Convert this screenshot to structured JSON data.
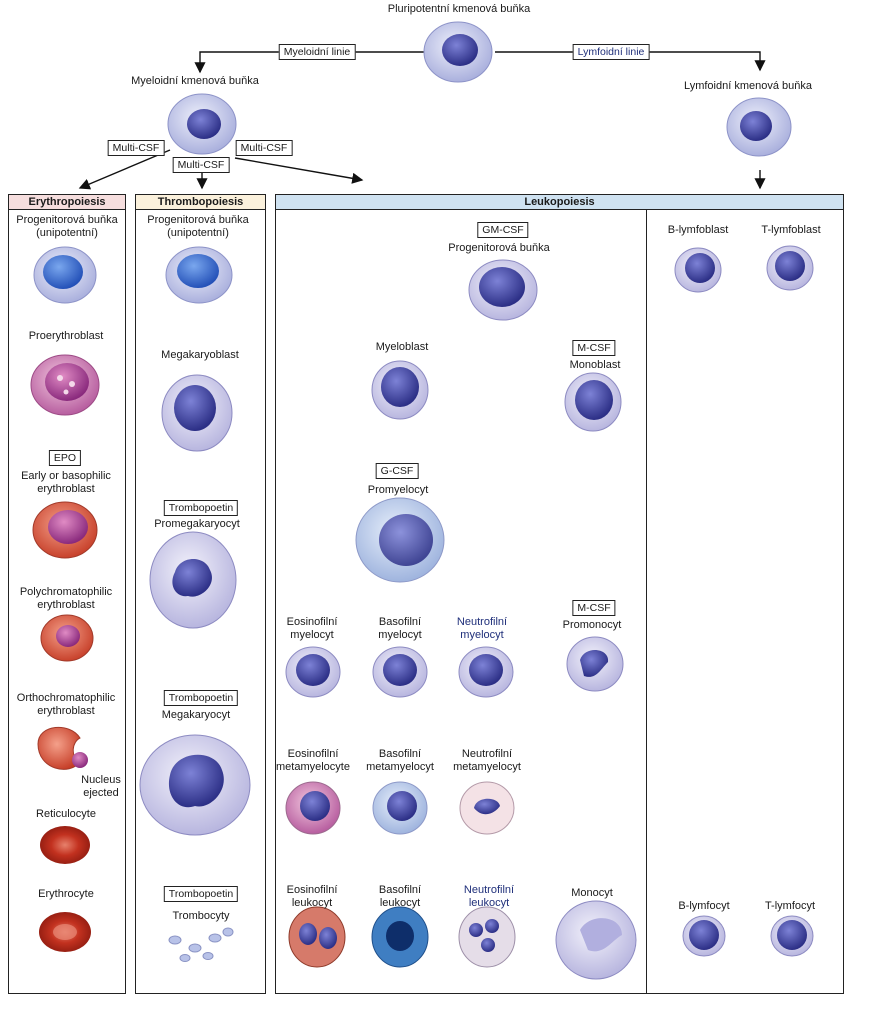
{
  "top": {
    "pluripotent": "Pluripotentní kmenová buňka",
    "myeloid_line": "Myeloidní linie",
    "lymphoid_line": "Lymfoidní linie",
    "myeloid_stem": "Myeloidní kmenová buňka",
    "lymphoid_stem": "Lymfoidní kmenová buňka",
    "multi_csf_1": "Multi-CSF",
    "multi_csf_2": "Multi-CSF",
    "multi_csf_3": "Multi-CSF"
  },
  "erythro": {
    "title": "Erythropoiesis",
    "progenitor": "Progenitorová buňka\n(unipotentní)",
    "proerythroblast": "Proerythroblast",
    "epo": "EPO",
    "early": "Early or basophilic\nerythroblast",
    "poly": "Polychromatophilic\nerythroblast",
    "ortho": "Orthochromatophilic\nerythroblast",
    "nucleus": "Nucleus\nejected",
    "reticulocyte": "Reticulocyte",
    "erythrocyte": "Erythrocyte"
  },
  "thrombo": {
    "title": "Thrombopoiesis",
    "progenitor": "Progenitorová buňka\n(unipotentní)",
    "megakaryoblast": "Megakaryoblast",
    "tpo1": "Trombopoetin",
    "promega": "Promegakaryocyt",
    "tpo2": "Trombopoetin",
    "megakaryocyt": "Megakaryocyt",
    "tpo3": "Trombopoetin",
    "trombocyty": "Trombocyty"
  },
  "leuko": {
    "title": "Leukopoiesis",
    "gmcsf": "GM-CSF",
    "progenitor": "Progenitorová buňka",
    "myeloblast": "Myeloblast",
    "mcsf1": "M-CSF",
    "monoblast": "Monoblast",
    "gcsf": "G-CSF",
    "promyelocyt": "Promyelocyt",
    "eos_myel": "Eosinofilní\nmyelocyt",
    "bas_myel": "Basofilní\nmyelocyt",
    "neu_myel": "Neutrofilní\nmyelocyt",
    "mcsf2": "M-CSF",
    "promonocyt": "Promonocyt",
    "eos_meta": "Eosinofilní\nmetamyelocyte",
    "bas_meta": "Basofilní\nmetamyelocyt",
    "neu_meta": "Neutrofilní\nmetamyelocyt",
    "eos_leuk": "Eosinofilní\nleukocyt",
    "bas_leuk": "Basofilní\nleukocyt",
    "neu_leuk": "Neutrofilní\nleukocyt",
    "monocyt": "Monocyt"
  },
  "lymph": {
    "b_blast": "B-lymfoblast",
    "t_blast": "T-lymfoblast",
    "b_cyt": "B-lymfocyt",
    "t_cyt": "T-lymfocyt"
  },
  "colors": {
    "erythro_head": "#f6dede",
    "thrombo_head": "#fbf1dc",
    "leuko_head": "#cfe2f1",
    "stem_cell": "#c9cdec",
    "stem_nucleus": "#3b3f9e",
    "red_cell": "#c0392b"
  }
}
